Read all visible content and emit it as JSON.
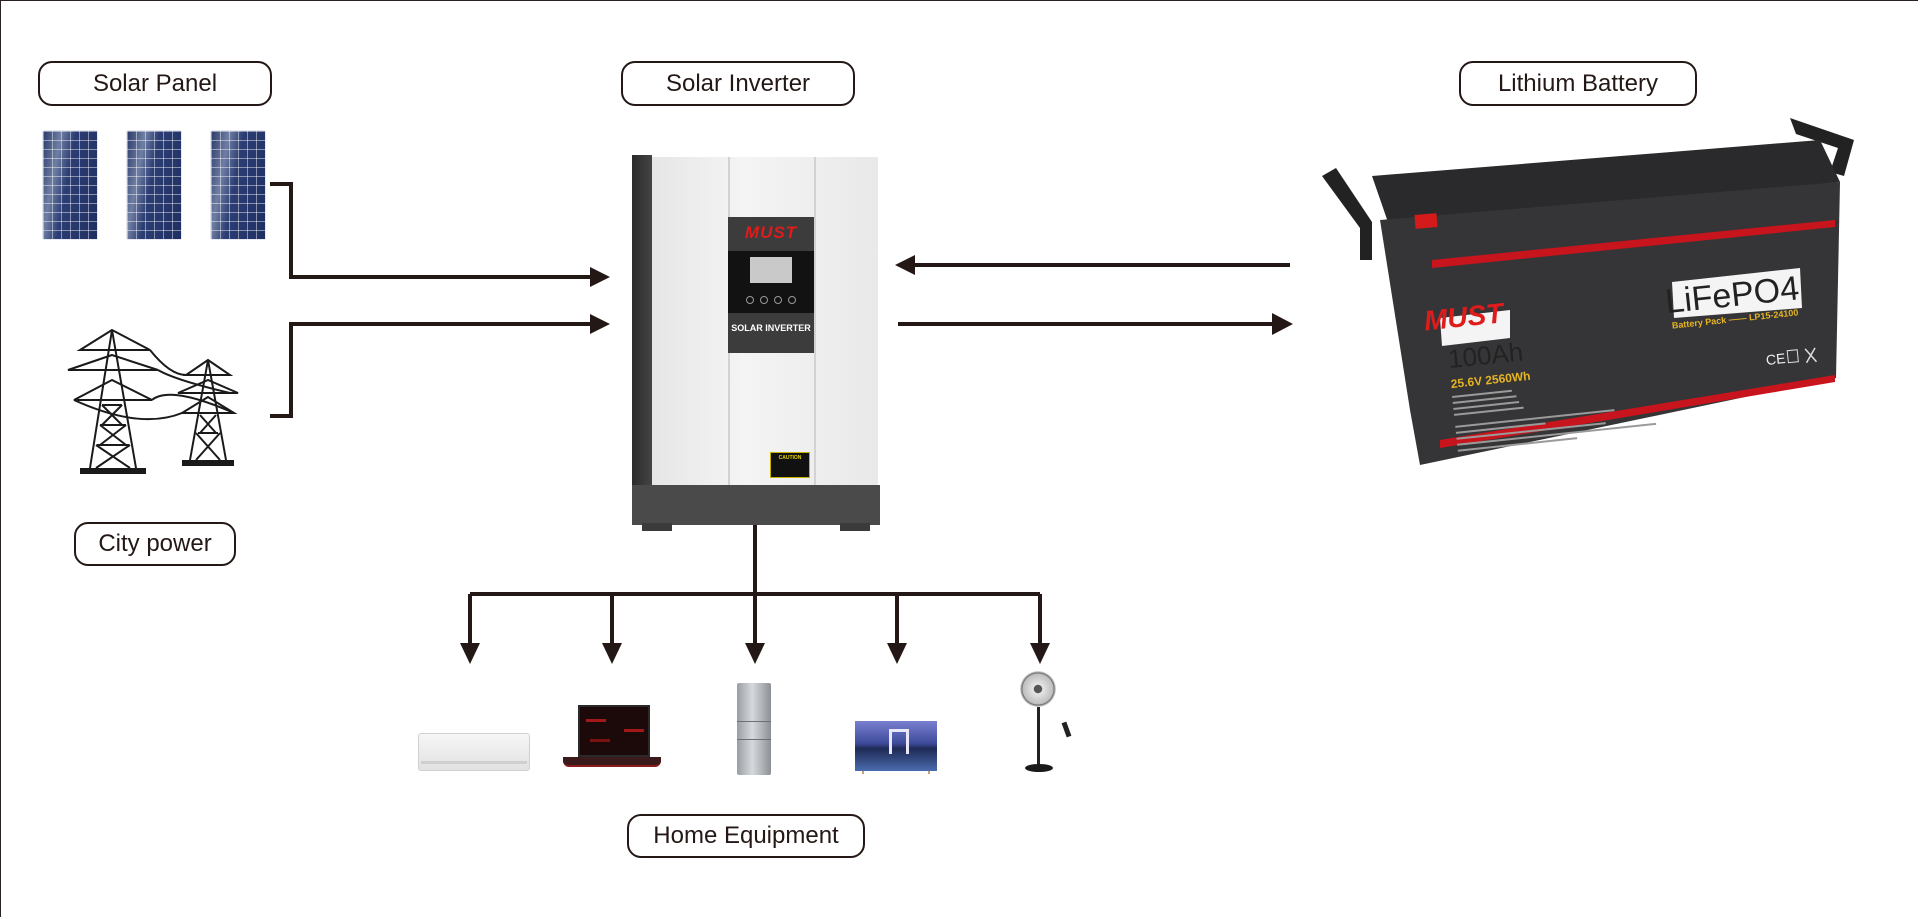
{
  "diagram": {
    "title": "Solar Energy System Connection Diagram",
    "nodes": {
      "solar_panel": {
        "label": "Solar Panel",
        "icon": "solar-panel-icon",
        "count": 3
      },
      "city_power": {
        "label": "City power",
        "icon": "power-tower-icon"
      },
      "solar_inverter": {
        "label": "Solar Inverter",
        "brand": "MUST",
        "face_text": "SOLAR INVERTER",
        "caution_text": "CAUTION"
      },
      "lithium_battery": {
        "label": "Lithium Battery",
        "brand": "MUST",
        "chemistry": "LiFePO4",
        "capacity": "100Ah",
        "voltage_energy": "25.6V  2560Wh",
        "model": "Battery Pack —— LP15-24100",
        "certifications": [
          "CE",
          "recycling",
          "weee"
        ]
      },
      "home_equipment": {
        "label": "Home Equipment",
        "items": [
          {
            "name": "Air conditioner",
            "icon": "air-conditioner-icon"
          },
          {
            "name": "Laptop",
            "icon": "laptop-icon"
          },
          {
            "name": "Refrigerator",
            "icon": "refrigerator-icon"
          },
          {
            "name": "Television",
            "icon": "tv-icon"
          },
          {
            "name": "Standing fan",
            "icon": "fan-icon"
          }
        ]
      }
    },
    "edges": [
      {
        "from": "Solar Panel",
        "to": "Solar Inverter",
        "direction": "one-way"
      },
      {
        "from": "City power",
        "to": "Solar Inverter",
        "direction": "one-way"
      },
      {
        "from": "Lithium Battery",
        "to": "Solar Inverter",
        "direction": "one-way"
      },
      {
        "from": "Solar Inverter",
        "to": "Lithium Battery",
        "direction": "one-way"
      },
      {
        "from": "Solar Inverter",
        "to": "Home Equipment",
        "direction": "one-way",
        "branches": 5
      }
    ],
    "colors": {
      "line": "#231816",
      "brand_red": "#e01b1b",
      "battery_body": "#2e2e30",
      "battery_accent": "#c8141c",
      "label_gold": "#e6b422"
    }
  }
}
